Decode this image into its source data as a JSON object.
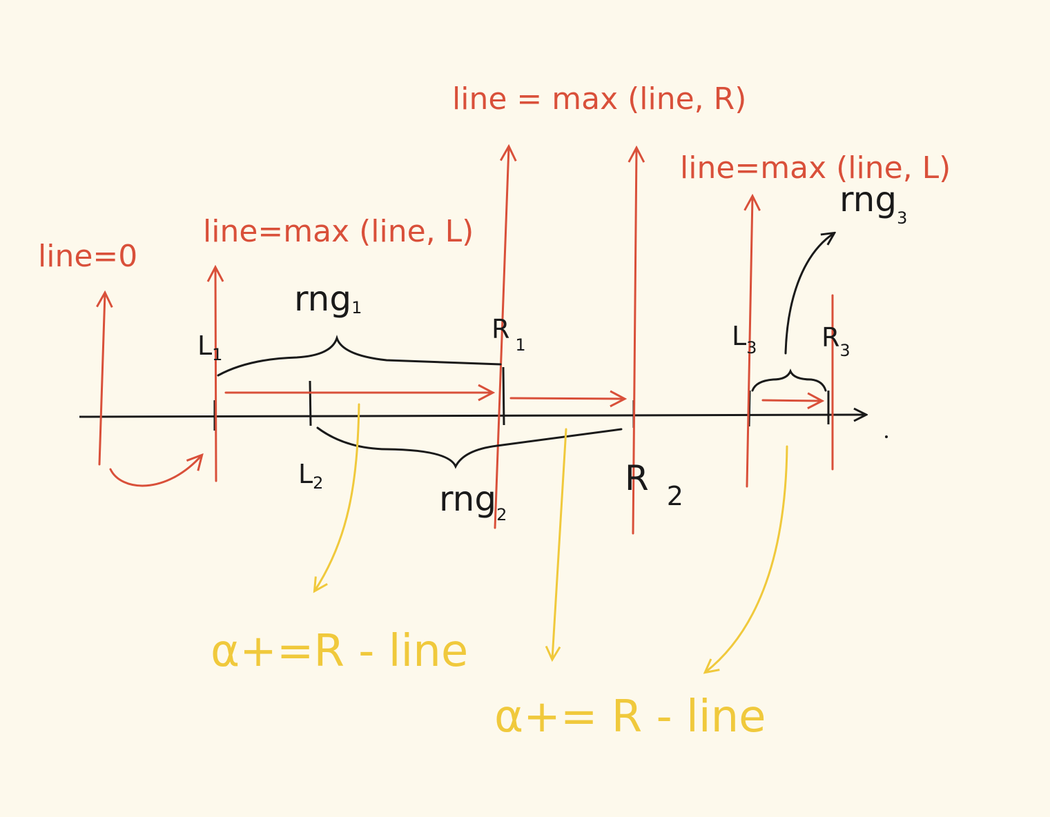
{
  "colors": {
    "background": "#fdf9ec",
    "sweep_lines": "#d9503a",
    "axis_and_ranges": "#1a1a1a",
    "accumulate": "#f0c93c"
  },
  "annotations": {
    "start": "line=0",
    "at_L1": "line=max (line, L)",
    "at_R": "line = max (line, R)",
    "at_L3": "line=max (line, L)"
  },
  "points": {
    "L1": {
      "letter": "L",
      "index": "1"
    },
    "L2": {
      "letter": "L",
      "index": "2"
    },
    "L3": {
      "letter": "L",
      "index": "3"
    },
    "R1": {
      "letter": "R",
      "index": "1"
    },
    "R2": {
      "letter": "R",
      "index": "2"
    },
    "R3": {
      "letter": "R",
      "index": "3"
    }
  },
  "ranges": {
    "rng1": {
      "name": "rng",
      "index": "1"
    },
    "rng2": {
      "name": "rng",
      "index": "2"
    },
    "rng3": {
      "name": "rng",
      "index": "3"
    }
  },
  "formulas": {
    "first": "α+=R - line",
    "second": "α+= R - line"
  }
}
